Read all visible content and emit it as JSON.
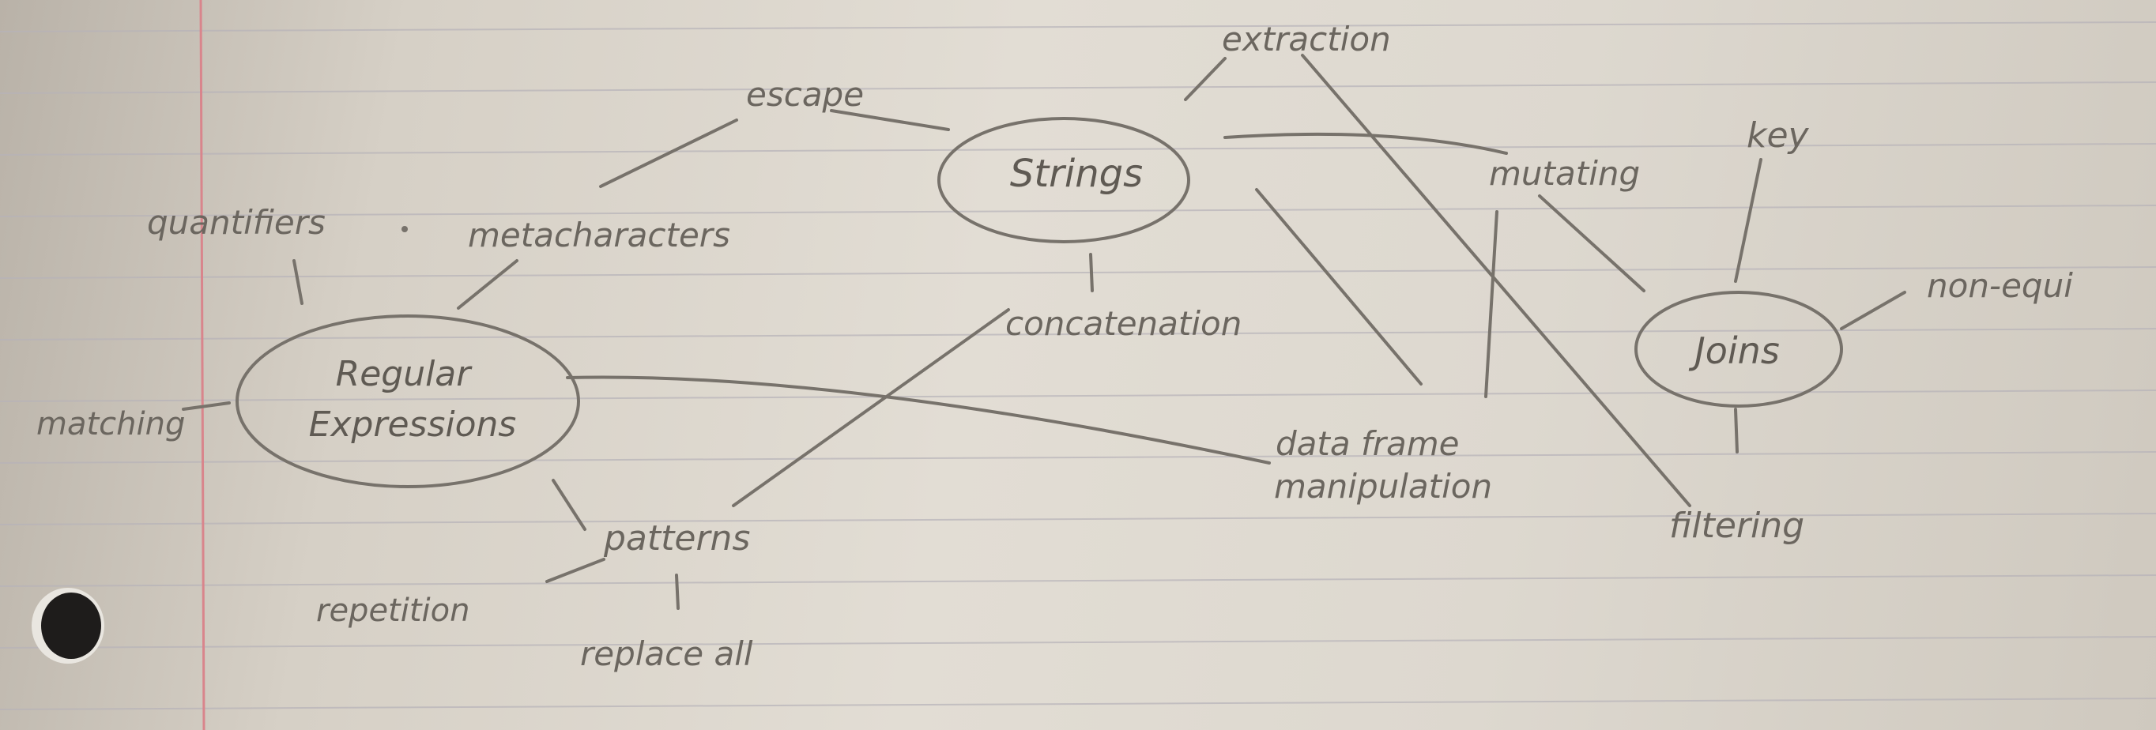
{
  "diagram": {
    "type": "concept-map",
    "nodes": {
      "regex": {
        "lines": [
          "Regular",
          "Expressions"
        ]
      },
      "strings": {
        "label": "Strings"
      },
      "joins": {
        "label": "Joins"
      }
    },
    "labels": {
      "quantifiers": "quantifiers",
      "metacharacters": "metacharacters",
      "escape": "escape",
      "matching": "matching",
      "patterns": "patterns",
      "repetition": "repetition",
      "replace_all": "replace all",
      "concatenation": "concatenation",
      "extraction": "extraction",
      "mutating": "mutating",
      "data_frame_1": "data frame",
      "data_frame_2": "manipulation",
      "key": "key",
      "non_equi": "non-equi",
      "filtering": "filtering"
    },
    "edges": [
      [
        "quantifiers",
        "Regular Expressions"
      ],
      [
        "metacharacters",
        "Regular Expressions"
      ],
      [
        "metacharacters",
        "escape"
      ],
      [
        "escape",
        "Strings"
      ],
      [
        "matching",
        "Regular Expressions"
      ],
      [
        "Regular Expressions",
        "patterns"
      ],
      [
        "patterns",
        "repetition"
      ],
      [
        "patterns",
        "replace all"
      ],
      [
        "Regular Expressions",
        "data frame manipulation"
      ],
      [
        "Strings",
        "concatenation"
      ],
      [
        "concatenation",
        "patterns"
      ],
      [
        "extraction",
        "Strings"
      ],
      [
        "extraction",
        "filtering"
      ],
      [
        "Strings",
        "mutating"
      ],
      [
        "Strings",
        "data frame manipulation"
      ],
      [
        "mutating",
        "data frame manipulation"
      ],
      [
        "mutating",
        "Joins"
      ],
      [
        "key",
        "Joins"
      ],
      [
        "non-equi",
        "Joins"
      ],
      [
        "Joins",
        "filtering"
      ]
    ]
  }
}
